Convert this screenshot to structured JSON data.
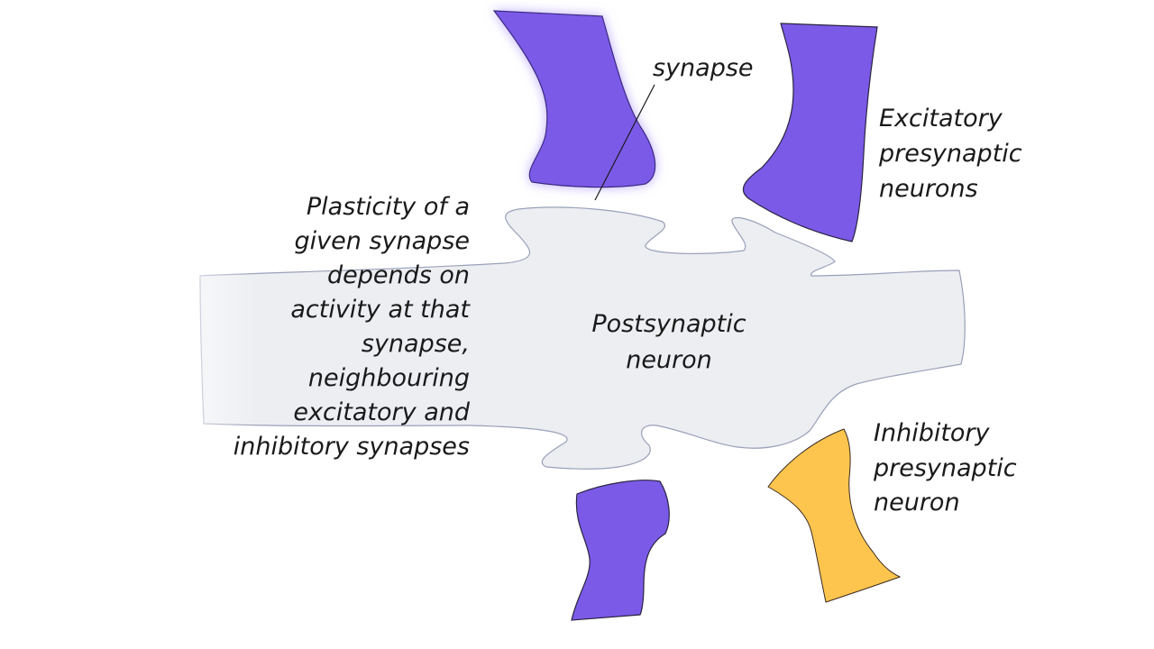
{
  "diagram": {
    "synapse_label": "synapse",
    "excitatory_label": [
      "Excitatory",
      "presynaptic",
      "neurons"
    ],
    "postsynaptic_label": [
      "Postsynaptic",
      "neuron"
    ],
    "inhibitory_label": [
      "Inhibitory",
      "presynaptic",
      "neuron"
    ],
    "plasticity_note": [
      "Plasticity of a",
      "given synapse",
      "depends on",
      "activity at that",
      "synapse,",
      "neighbouring",
      "excitatory and",
      "inhibitory synapses"
    ]
  },
  "colors": {
    "excitatory": "#7b5ae8",
    "inhibitory": "#fdc54e",
    "postsynaptic": "#eceef2",
    "outline": "#2a2440",
    "glow": "#b7a3ff"
  }
}
